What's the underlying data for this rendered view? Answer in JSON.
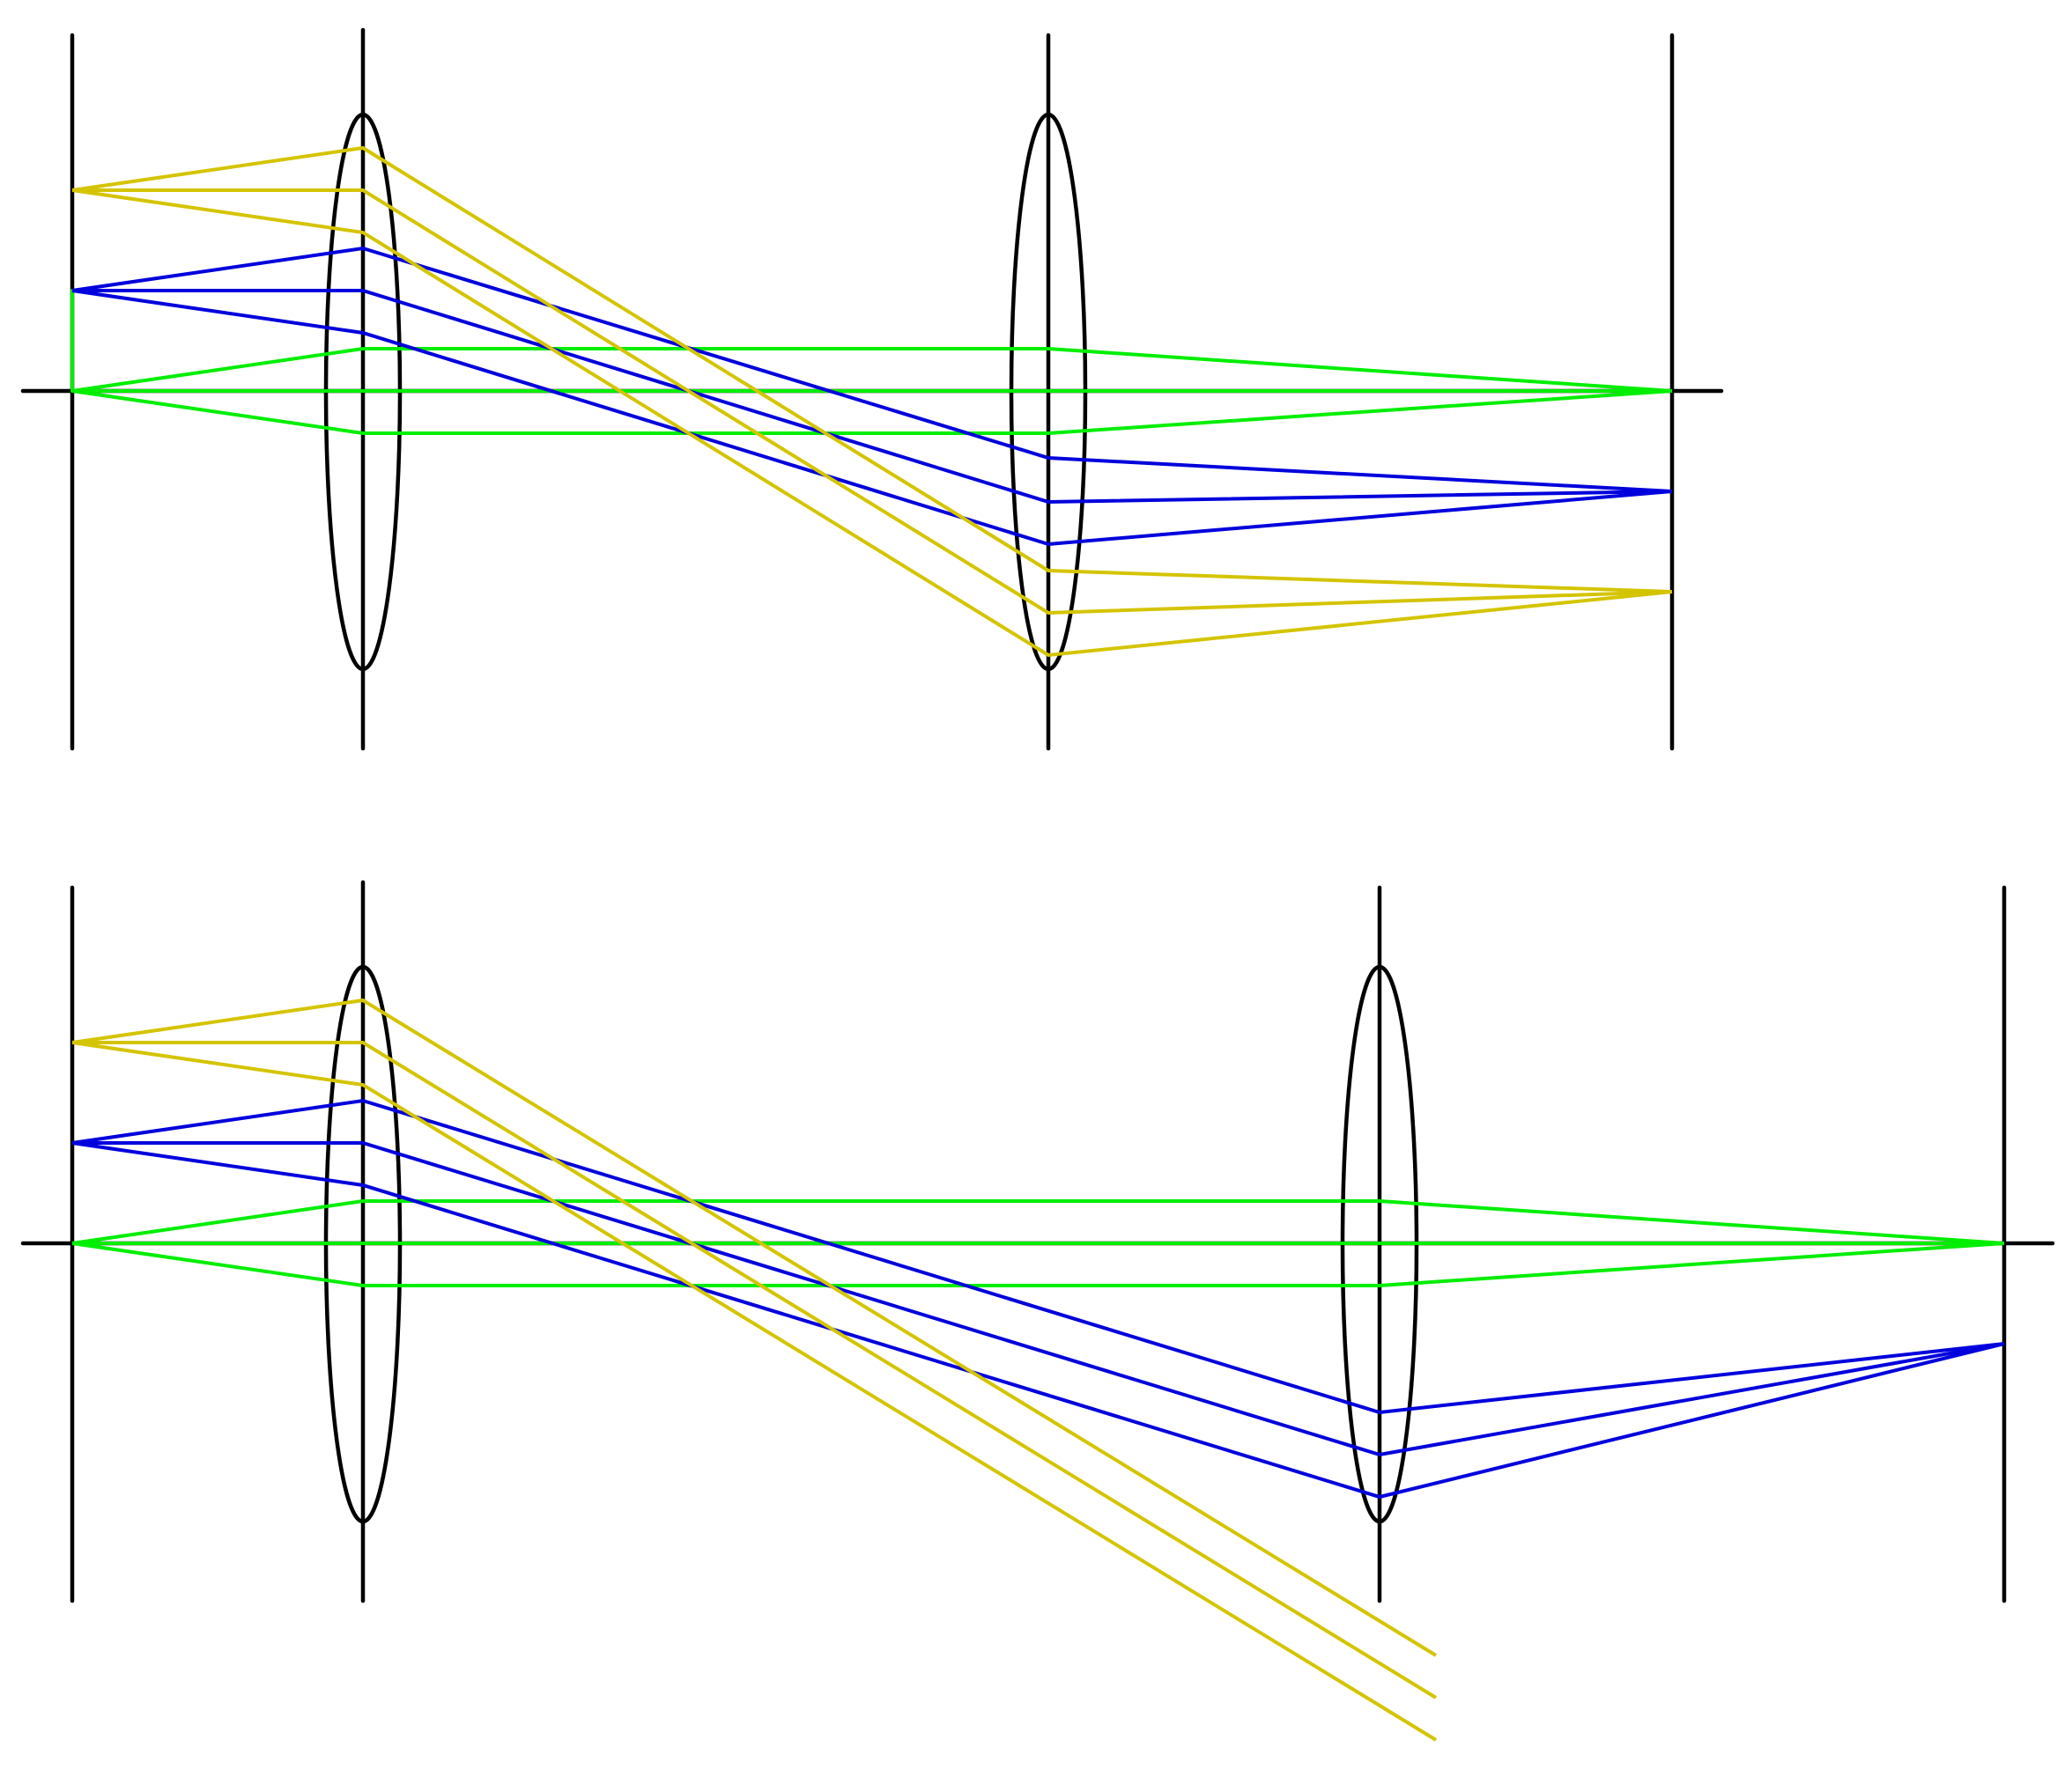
{
  "colors": {
    "background": "#ffffff",
    "axis": "#000000",
    "lens": "#000000",
    "ray_on_axis": "#00ee00",
    "ray_mid_field": "#0000dd",
    "ray_edge_field": "#d4c400"
  },
  "diagrams": [
    {
      "id": "top-system",
      "elements": [
        "object-plane",
        "lens-1",
        "lens-2",
        "image-plane",
        "optical-axis"
      ],
      "ray_bundles": [
        {
          "name": "on-axis",
          "color_key": "ray_on_axis",
          "rays": 3,
          "reaches_image_plane": true
        },
        {
          "name": "mid-field",
          "color_key": "ray_mid_field",
          "rays": 3,
          "reaches_image_plane": true
        },
        {
          "name": "edge-field",
          "color_key": "ray_edge_field",
          "rays": 3,
          "reaches_image_plane": true
        }
      ]
    },
    {
      "id": "bottom-system",
      "elements": [
        "object-plane",
        "lens-1",
        "lens-2",
        "image-plane",
        "optical-axis"
      ],
      "ray_bundles": [
        {
          "name": "on-axis",
          "color_key": "ray_on_axis",
          "rays": 3,
          "reaches_image_plane": true
        },
        {
          "name": "mid-field",
          "color_key": "ray_mid_field",
          "rays": 3,
          "reaches_image_plane": true
        },
        {
          "name": "edge-field",
          "color_key": "ray_edge_field",
          "rays": 3,
          "reaches_image_plane": false
        }
      ]
    }
  ]
}
